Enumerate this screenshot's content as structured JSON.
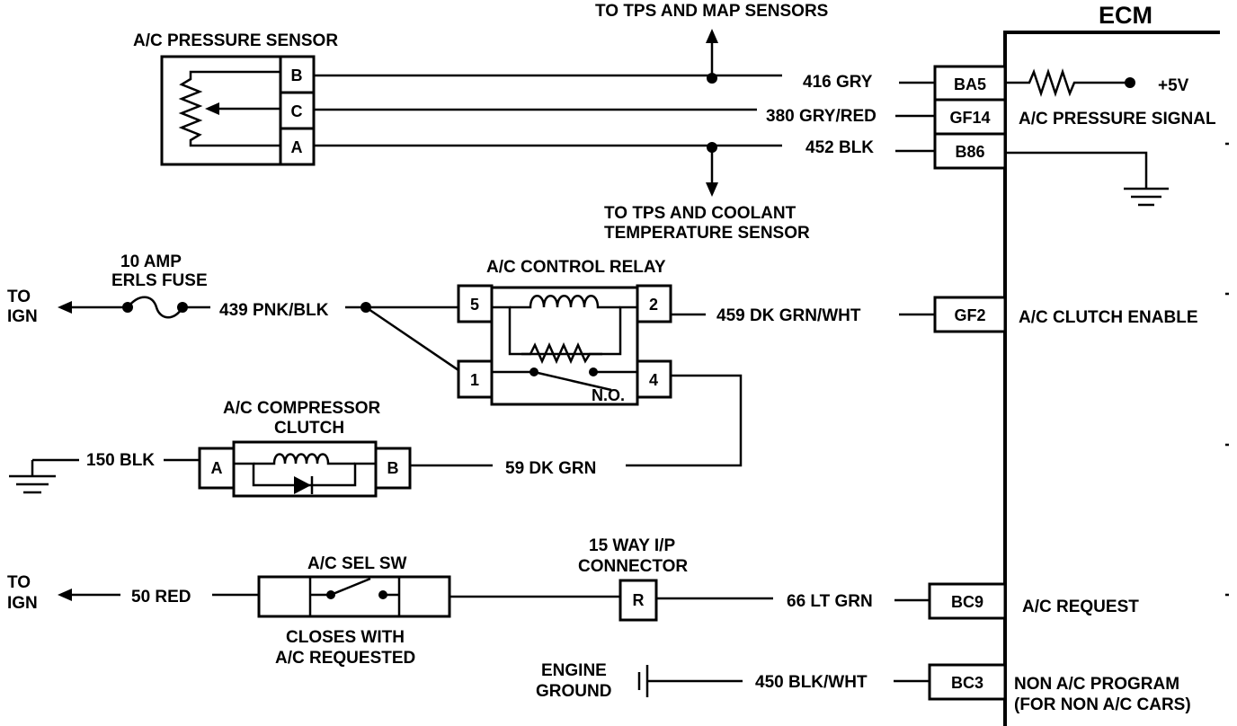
{
  "ecm": {
    "title": "ECM",
    "terminals": [
      "BA5",
      "GF14",
      "B86",
      "GF2",
      "BC9",
      "BC3"
    ],
    "labels": {
      "plus5v": "+5V",
      "pressure_signal": "A/C PRESSURE SIGNAL",
      "clutch_enable": "A/C CLUTCH ENABLE",
      "request": "A/C REQUEST",
      "non_ac_1": "NON A/C PROGRAM",
      "non_ac_2": "(FOR NON A/C CARS)"
    }
  },
  "pressure_sensor": {
    "title": "A/C PRESSURE SENSOR",
    "pins": [
      "B",
      "C",
      "A"
    ]
  },
  "refs": {
    "tps_map": "TO TPS AND MAP SENSORS",
    "tps_coolant_1": "TO TPS AND COOLANT",
    "tps_coolant_2": "TEMPERATURE SENSOR",
    "to": "TO",
    "ign": "IGN"
  },
  "wires": {
    "w416": "416  GRY",
    "w380": "380 GRY/RED",
    "w452": "452  BLK",
    "w439": "439 PNK/BLK",
    "w459": "459  DK GRN/WHT",
    "w150": "150 BLK",
    "w59": "59  DK GRN",
    "w50": "50  RED",
    "w66": "66 LT GRN",
    "w450": "450 BLK/WHT"
  },
  "fuse": {
    "line1": "10 AMP",
    "line2": "ERLS FUSE"
  },
  "relay": {
    "title": "A/C CONTROL RELAY",
    "pins": [
      "5",
      "2",
      "1",
      "4"
    ],
    "no": "N.O."
  },
  "compressor": {
    "line1": "A/C COMPRESSOR",
    "line2": "CLUTCH",
    "pins": [
      "A",
      "B"
    ]
  },
  "sel_switch": {
    "title": "A/C SEL SW",
    "note1": "CLOSES WITH",
    "note2": "A/C REQUESTED"
  },
  "connector": {
    "line1": "15 WAY I/P",
    "line2": "CONNECTOR",
    "pin": "R"
  },
  "engine_ground": {
    "line1": "ENGINE",
    "line2": "GROUND"
  }
}
